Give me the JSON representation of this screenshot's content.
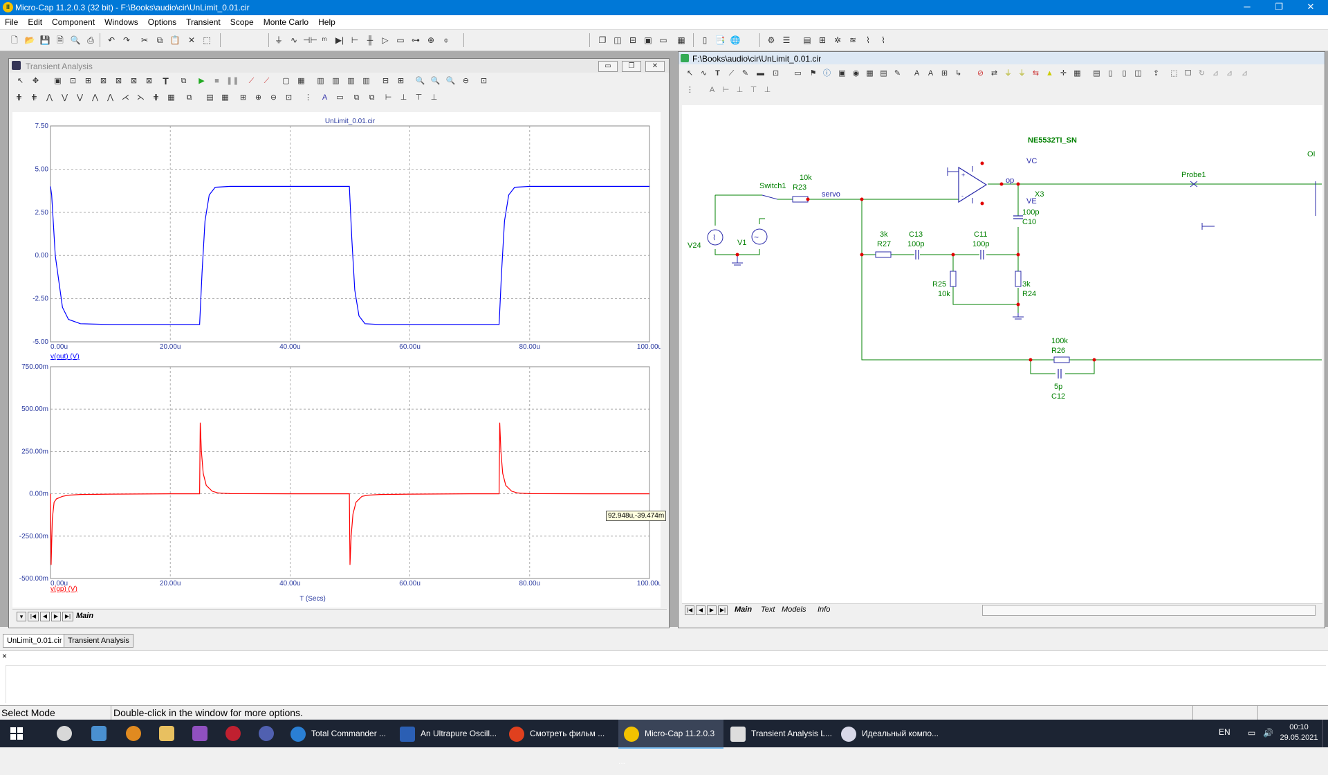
{
  "title": {
    "app_icon": "micro-cap-icon",
    "text": "Micro-Cap 11.2.0.3 (32 bit) - F:\\Books\\audio\\cir\\UnLimit_0.01.cir",
    "minimize": "─",
    "restore": "❐",
    "close": "✕"
  },
  "menu": [
    "File",
    "Edit",
    "Component",
    "Windows",
    "Options",
    "Transient",
    "Scope",
    "Monte Carlo",
    "Help"
  ],
  "transient_window": {
    "title": "Transient Analysis",
    "tab_main": "Main",
    "nav_buttons": [
      "▾",
      "|◀",
      "◀",
      "▶",
      "▶|"
    ]
  },
  "plot": {
    "top": {
      "title": "UnLimit_0.01.cir",
      "y_ticks": [
        "7.50",
        "5.00",
        "2.50",
        "0.00",
        "-2.50",
        "-5.00"
      ],
      "x_ticks": [
        "0.00u",
        "20.00u",
        "40.00u",
        "60.00u",
        "80.00u",
        "100.00u"
      ],
      "trace_label": "v(out) (V)",
      "color": "#0000ff"
    },
    "bottom": {
      "y_ticks": [
        "750.00m",
        "500.00m",
        "250.00m",
        "0.00m",
        "-250.00m",
        "-500.00m"
      ],
      "x_ticks": [
        "0.00u",
        "20.00u",
        "40.00u",
        "60.00u",
        "80.00u",
        "100.00u"
      ],
      "trace_label": "v(op) (V)",
      "color": "#ff0000"
    },
    "x_axis_label": "T (Secs)",
    "cursor_readout": "92.948u,-39.474m"
  },
  "chart_data": [
    {
      "type": "line",
      "title": "UnLimit_0.01.cir",
      "xlabel": "",
      "ylabel": "v(out) (V)",
      "xlim": [
        0,
        100
      ],
      "ylim": [
        -5,
        7.5
      ],
      "x_unit": "u",
      "series": [
        {
          "name": "v(out) (V)",
          "x": [
            0,
            0.2,
            0.8,
            2,
            3,
            5,
            10,
            20,
            24.9,
            25.3,
            25.8,
            26.5,
            27.5,
            30,
            35,
            45,
            49.9,
            50.3,
            50.8,
            51.5,
            52.5,
            55,
            60,
            70,
            74.9,
            75.3,
            75.8,
            76.5,
            77.5,
            80,
            90,
            100
          ],
          "y": [
            4.0,
            3.5,
            0.0,
            -3.0,
            -3.7,
            -3.95,
            -4.0,
            -4.0,
            -4.0,
            -1.0,
            2.0,
            3.5,
            3.95,
            4.0,
            4.0,
            4.0,
            4.0,
            1.0,
            -2.0,
            -3.5,
            -3.95,
            -4.0,
            -4.0,
            -4.0,
            -4.0,
            -1.0,
            2.0,
            3.5,
            3.95,
            4.0,
            4.0,
            4.0
          ]
        }
      ]
    },
    {
      "type": "line",
      "title": "",
      "xlabel": "T (Secs)",
      "ylabel": "v(op) (V)",
      "xlim": [
        0,
        100
      ],
      "ylim": [
        -0.5,
        0.75
      ],
      "x_unit": "u",
      "series": [
        {
          "name": "v(op) (V)",
          "x": [
            0,
            0.1,
            0.3,
            0.6,
            1,
            2,
            3,
            5,
            10,
            20,
            24.9,
            25.0,
            25.2,
            25.5,
            26,
            27,
            28,
            30,
            40,
            49.9,
            50.0,
            50.2,
            50.5,
            51,
            52,
            53,
            55,
            60,
            70,
            74.9,
            75.0,
            75.2,
            75.5,
            76,
            77,
            78,
            80,
            90,
            100
          ],
          "y": [
            0.0,
            -0.42,
            -0.15,
            -0.05,
            -0.03,
            -0.015,
            -0.008,
            -0.004,
            -0.002,
            0.0,
            0.0,
            0.42,
            0.25,
            0.12,
            0.05,
            0.015,
            0.005,
            0.001,
            0.0,
            0.0,
            -0.42,
            -0.25,
            -0.12,
            -0.05,
            -0.015,
            -0.008,
            -0.004,
            -0.002,
            0.0,
            0.0,
            0.42,
            0.25,
            0.12,
            0.05,
            0.015,
            0.005,
            0.001,
            0.0,
            0.0
          ]
        }
      ]
    }
  ],
  "schematic_window": {
    "title": "F:\\Books\\audio\\cir\\UnLimit_0.01.cir",
    "tabs": [
      "Main",
      "Text",
      "Models",
      "Info"
    ],
    "labels": {
      "opamp_model": "NE5532TI_SN",
      "vc": "VC",
      "ve": "VE",
      "x3": "X3",
      "op": "op",
      "switch1": "Switch1",
      "r23_val": "10k",
      "r23": "R23",
      "servo": "servo",
      "v24": "V24",
      "v1": "V1",
      "r27_val": "3k",
      "r27": "R27",
      "c13": "C13",
      "c13_val": "100p",
      "c11": "C11",
      "c11_val": "100p",
      "c10_val": "100p",
      "c10": "C10",
      "r25": "R25",
      "r25_val": "10k",
      "r24_val": "3k",
      "r24": "R24",
      "r26_val": "100k",
      "r26": "R26",
      "c12_val": "5p",
      "c12": "C12",
      "probe1": "Probe1",
      "oi": "OI"
    }
  },
  "doc_tabs": [
    "UnLimit_0.01.cir",
    "Transient Analysis"
  ],
  "output_close": "×",
  "status": {
    "mode": "Select Mode",
    "hint": "Double-click in the window for more options."
  },
  "taskbar": {
    "windows_icon": "windows-logo-icon",
    "apps": [
      {
        "label": "Total Commander ...",
        "icon": "total-commander-icon",
        "color": "#2a7fd4"
      },
      {
        "label": "An Ultrapure Oscill...",
        "icon": "document-icon",
        "color": "#2b5fb4"
      },
      {
        "label": "Смотреть фильм ...",
        "icon": "brave-browser-icon",
        "color": "#e0401e"
      },
      {
        "label": "Micro-Cap 11.2.0.3 ...",
        "icon": "micro-cap-icon",
        "color": "#f2c200"
      },
      {
        "label": "Transient Analysis L...",
        "icon": "notepad-icon",
        "color": "#dddddd"
      },
      {
        "label": "Идеальный компо...",
        "icon": "browser-icon",
        "color": "#d8d8e8"
      }
    ],
    "lang": "EN",
    "time": "00:10",
    "date": "29.05.2021"
  }
}
